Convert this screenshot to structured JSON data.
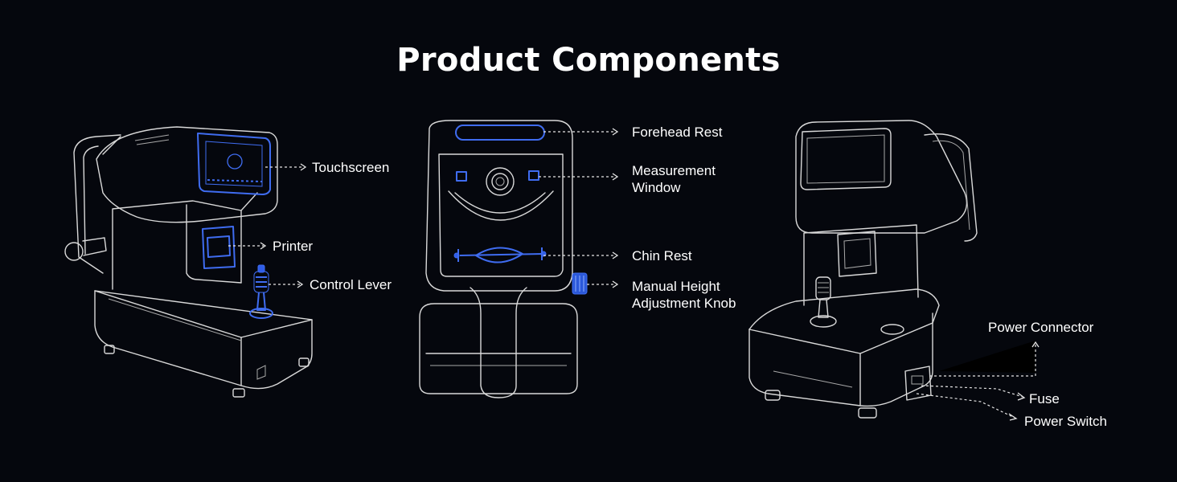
{
  "title": "Product Components",
  "labels": {
    "touchscreen": "Touchscreen",
    "printer": "Printer",
    "control_lever": "Control Lever",
    "forehead_rest": "Forehead Rest",
    "measurement_window": [
      "Measurement",
      "Window"
    ],
    "chin_rest": "Chin Rest",
    "height_knob": [
      "Manual Height",
      "Adjustment Knob"
    ],
    "power_connector": "Power Connector",
    "fuse": "Fuse",
    "power_switch": "Power Switch"
  },
  "colors": {
    "background": "#05070d",
    "accent": "#3f6cf0",
    "line": "#d9d9d9"
  }
}
